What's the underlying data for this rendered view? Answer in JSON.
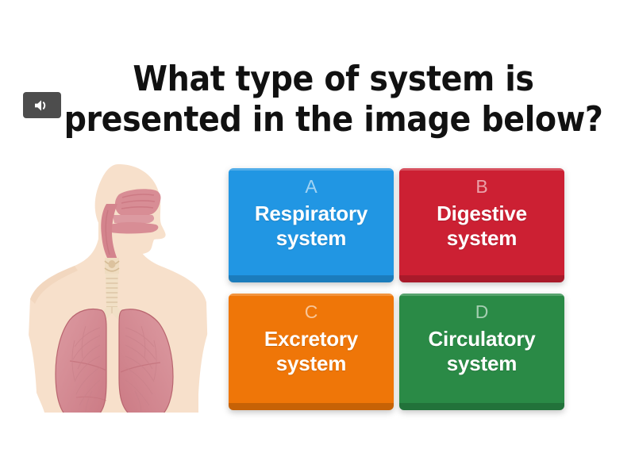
{
  "page": {
    "background": "#ffffff"
  },
  "audio": {
    "icon": "speaker-icon",
    "background": "#4d4d4d",
    "glyph_color": "#ffffff"
  },
  "question": {
    "text": "What type of system is presented in the image below?"
  },
  "illustration": {
    "name": "respiratory-system-diagram",
    "description": "Human head and torso silhouette in profile showing nasal cavity, pharynx, trachea and lungs",
    "colors": {
      "skin": "#f7e0cb",
      "skin_shade": "#f0d3b9",
      "organ_pink": "#d4848d",
      "organ_pink_light": "#dc9aa1",
      "organ_pink_dark": "#c4737c",
      "trachea": "#f1e0c6",
      "trachea_line": "#ddc6a6"
    }
  },
  "answers": [
    {
      "letter": "A",
      "label": "Respiratory system",
      "color": "#2196e3",
      "name": "answer-option-a"
    },
    {
      "letter": "B",
      "label": "Digestive system",
      "color": "#cc2033",
      "name": "answer-option-b"
    },
    {
      "letter": "C",
      "label": "Excretory system",
      "color": "#ef7608",
      "name": "answer-option-c"
    },
    {
      "letter": "D",
      "label": "Circulatory system",
      "color": "#2a8a46",
      "name": "answer-option-d"
    }
  ]
}
